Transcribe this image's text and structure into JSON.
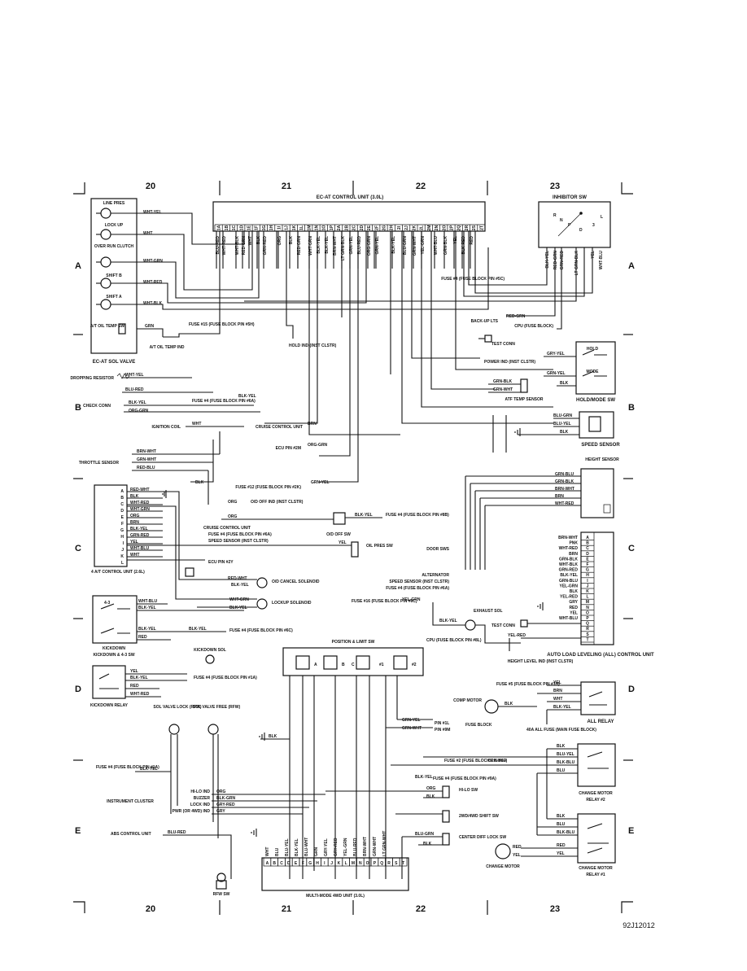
{
  "grid": {
    "columns": [
      "20",
      "21",
      "22",
      "23"
    ],
    "rows": [
      "A",
      "B",
      "C",
      "D",
      "E"
    ]
  },
  "doc_id": "92J12012",
  "components": {
    "ecu": "EC-AT CONTROL UNIT (3.0L)",
    "inhibitor": "INHIBITOR SW",
    "inhibitor_letters": [
      "R",
      "N",
      "P",
      "D",
      "3",
      "L"
    ],
    "sol_valve": "EC-AT SOL VALVE",
    "sol_labels": [
      "LINE PRES",
      "LOCK UP",
      "OVER RUN CLUTCH",
      "SHIFT B",
      "SHIFT A",
      "A/T OIL TEMP SW"
    ],
    "oil_temp_ind": "A/T OIL TEMP IND",
    "hold_ind": "HOLD IND (INST CLSTR)",
    "hold_mode_sw": "HOLD/MODE SW",
    "hold": "HOLD",
    "mode": "MODE",
    "atf_temp": "ATF TEMP SENSOR",
    "speed_sensor": "SPEED SENSOR",
    "dropping_resistor": "DROPPING RESISTOR",
    "check_conn": "CHECK CONN",
    "ignition_coil": "IGNITION COIL",
    "cruise_cu": "CRUISE CONTROL UNIT",
    "ecu_pin_2m": "ECU PIN #2M",
    "throttle_sensor": "THROTTLE SENSOR",
    "height_sensor": "HEIGHT SENSOR",
    "at_control_unit": "4 A/T CONTROL UNIT (2.6L)",
    "od_off_ind": "O/D OFF IND (INST CLSTR)",
    "od_off_sw": "O/D OFF SW",
    "oil_pres_sw": "OIL PRES SW",
    "door_sws": "DOOR SWS",
    "alternator": "ALTERNATOR",
    "ecu_pin_2y": "ECU PIN #2Y",
    "od_cancel_sol": "O/D CANCEL SOLENOID",
    "lockup_sol": "LOCKUP SOLENOID",
    "exhaust_sol": "EXHAUST SOL",
    "test_conn": "TEST CONN",
    "kickdown_sw": "KICKDOWN & 4-3 SW",
    "kickdown": "KICKDOWN",
    "kickdown_sol": "KICKDOWN SOL",
    "kickdown_relay": "KICKDOWN RELAY",
    "position_limit_sw": "POSITION & LIMIT SW",
    "height_level_ind": "HEIGHT LEVEL IND (INST CLSTR)",
    "auto_load": "AUTO LOAD LEVELING (ALL) CONTROL UNIT",
    "comp_motor": "COMP MOTOR",
    "all_relay": "ALL RELAY",
    "all_fuse": "40A ALL FUSE (MAIN FUSE BLOCK)",
    "sol_valve_lock": "SOL VALVE LOCK (RFW)",
    "sol_valve_free": "SOL VALVE FREE (RFW)",
    "fuse_block": "FUSE BLOCK",
    "instrument_cluster": "INSTRUMENT CLUSTER",
    "hi_lo_ind": "HI-LO IND",
    "buzzer": "BUZZER",
    "lock_ind": "LOCK IND",
    "pwr_ind": "PWR (OR 4WD) IND",
    "hi_lo_sw": "HI-LO SW",
    "shift_sw": "2WD/4WD SHIFT SW",
    "center_diff": "CENTER DIFF LOCK SW",
    "abs_cu": "ABS CONTROL UNIT",
    "change_motor": "CHANGE MOTOR",
    "cm_relay2": "CHANGE MOTOR RELAY #2",
    "cm_relay1": "CHANGE MOTOR RELAY #1",
    "rfw_sw": "RFW SW",
    "multi_mode": "MULTI-MODE 4WD UNIT (3.0L)",
    "backup_lts": "BACK-UP LTS",
    "cpu_fuse": "CPU (FUSE BLOCK)",
    "power_ind": "POWER IND (INST CLSTR)",
    "speed_sensor_inst": "SPEED SENSOR (INST CLSTR)"
  },
  "fuses": {
    "f4_5c": "FUSE #4 (FUSE BLOCK PIN #5C)",
    "f15_5h": "FUSE #15 (FUSE BLOCK PIN #5H)",
    "f4_6a": "FUSE #4 (FUSE BLOCK PIN #6A)",
    "f12_2k": "FUSE #12 (FUSE BLOCK PIN #2K)",
    "f4_8b": "FUSE #4 (FUSE BLOCK PIN #8B)",
    "f4_6a_line": "FUSE #4 (FUSE BLOCK PIN #6A)",
    "f16_6c": "FUSE #16 (FUSE BLOCK PIN #6C)",
    "f4_6c": "FUSE #4 (FUSE BLOCK PIN #6C)",
    "f4_1a": "FUSE #4 (FUSE BLOCK PIN #1A)",
    "f5_1h": "FUSE #5 (FUSE BLOCK PIN #1H)",
    "f2_4f": "FUSE #2 (FUSE BLOCK PIN #4F)",
    "f4_9a": "FUSE #4 (FUSE BLOCK PIN #9A)",
    "cpu_8l": "CPU (FUSE BLOCK PIN #8L)",
    "pin_1l": "PIN #1L",
    "pin_9m": "PIN #9M"
  },
  "ecu_pins": [
    "1A",
    "1B",
    "1C",
    "1D",
    "1E",
    "1F",
    "1G",
    "1H",
    "1I",
    "1J",
    "1K",
    "1L",
    "1M",
    "1N",
    "1O",
    "1P",
    "2A",
    "2B",
    "2C",
    "2D",
    "2E",
    "2F",
    "2G",
    "2H",
    "2I",
    "2J",
    "2K",
    "2L",
    "2M",
    "2N",
    "2O",
    "2P",
    "2Q",
    "2R",
    "2S",
    "2T"
  ],
  "ecu_wires": [
    "BLU-RED",
    "WHT-RED",
    "WHT-BLK",
    "RED-GRN",
    "WHT",
    "BLK",
    "GRN-RED",
    "ORG",
    "BLK",
    "RED-GRN",
    "WHT-GRN",
    "BLK-YEL",
    "BLK-YEL",
    "BRN-WHT",
    "LT GRN-BLK",
    "GRN-YEL",
    "BLU-RED",
    "ORG-GRN",
    "GRN-YEL",
    "BLK-YEL",
    "BLU-GRN",
    "GRN-WHT",
    "YEL-GRN",
    "WHT-BLU",
    "GRN-BLK",
    "YEL",
    "BLK-RED",
    "RED"
  ],
  "inhibitor_wires": [
    "BLK-YEL",
    "RED-GRN",
    "GRN-RED",
    "LT GRN-BLK",
    "YEL",
    "WHT-BLU"
  ],
  "sol_wires": [
    "WHT-YEL",
    "WHT",
    "WHT-GRN",
    "WHT-RED",
    "WHT-BLK",
    "GRN"
  ],
  "throttle_wires": [
    "BRN-WHT",
    "GRN-WHT",
    "RED-BLU",
    "BLK"
  ],
  "at_cu_pins": [
    "A",
    "B",
    "C",
    "D",
    "E",
    "F",
    "G",
    "H",
    "I",
    "J",
    "K",
    "L"
  ],
  "at_cu_wires": [
    "RED-WHT",
    "BLK",
    "WHT-RED",
    "WHT-GRN",
    "ORG",
    "BRN",
    "BLK-YEL",
    "GRN-RED",
    "YEL",
    "WHT-BLU",
    "WHT"
  ],
  "height_wires": [
    "GRN-BLU",
    "GRN-BLK",
    "BRN-WHT",
    "BRN",
    "WHT-RED"
  ],
  "all_pins": [
    "A",
    "B",
    "C",
    "D",
    "E",
    "F",
    "G",
    "H",
    "I",
    "J",
    "K",
    "L",
    "M",
    "N",
    "O",
    "P",
    "Q",
    "R",
    "S",
    "T"
  ],
  "all_wires": [
    "BRN-WHT",
    "PNK",
    "WHT-RED",
    "BRN",
    "GRN-BLK",
    "WHT-BLK",
    "GRN-RED",
    "BLK-YEL",
    "GRN-BLU",
    "YEL-GRN",
    "BLK",
    "YEL-RED",
    "GRY",
    "RED",
    "YEL",
    "WHT-BLU"
  ],
  "mm_pins": [
    "A",
    "B",
    "C",
    "D",
    "E",
    "F",
    "G",
    "H",
    "I",
    "J",
    "K",
    "L",
    "M",
    "N",
    "O",
    "P",
    "Q",
    "R",
    "S",
    "T"
  ],
  "mm_wires": [
    "WHT",
    "BLU",
    "BLU-YEL",
    "BLK-YEL",
    "BLU-WHT",
    "GRN",
    "GRY-YEL",
    "GRY-RED",
    "YEL-GRN",
    "BLU-RED",
    "BRN-WHT",
    "GRN-WHT",
    "LT GRN-WHT"
  ],
  "hold_wires": [
    "GRY-YEL",
    "GRN-YEL",
    "BLK"
  ],
  "speed_wires": [
    "BLU-GRN",
    "BLU-YEL",
    "BLK"
  ],
  "relay2_wires": [
    "BLK",
    "BLU-YEL",
    "BLK-BLU",
    "BLU"
  ],
  "relay1_wires": [
    "BLK",
    "BLU",
    "BLK-BLU",
    "RED",
    "YEL"
  ],
  "cluster_wires": [
    "ORG",
    "BLK-GRN",
    "GRY-RED",
    "GRY"
  ]
}
